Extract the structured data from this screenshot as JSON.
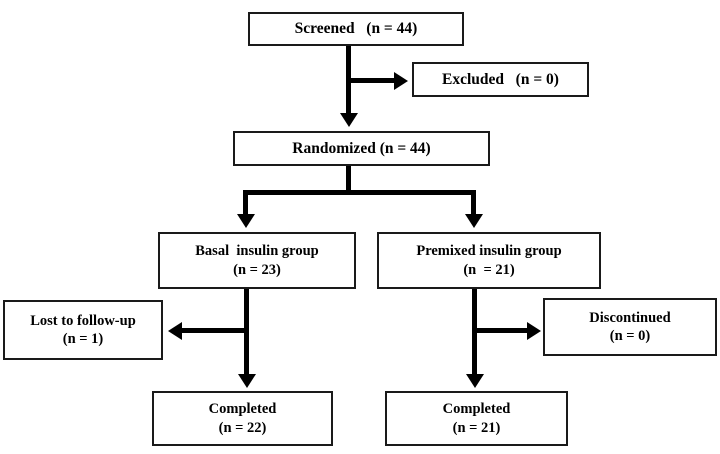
{
  "diagram": {
    "type": "consort-flow-diagram",
    "title": "",
    "colors": {
      "line": "#000000",
      "box_border": "#1a1a1a",
      "background": "#ffffff",
      "text": "#000000"
    },
    "nodes": [
      {
        "id": "screened",
        "lines": [
          "Screened   (n = 44)"
        ],
        "line1": "Screened   (n = 44)",
        "count": 44
      },
      {
        "id": "excluded",
        "lines": [
          "Excluded   (n = 0)"
        ],
        "line1": "Excluded   (n = 0)",
        "count": 0
      },
      {
        "id": "randomized",
        "lines": [
          "Randomized (n = 44)"
        ],
        "line1": "Randomized (n = 44)",
        "count": 44
      },
      {
        "id": "basal-group",
        "lines": [
          "Basal  insulin group",
          "(n = 23)"
        ],
        "line1": "Basal  insulin group",
        "line2": "(n = 23)",
        "count": 23
      },
      {
        "id": "premixed-group",
        "lines": [
          "Premixed insulin group",
          "(n  = 21)"
        ],
        "line1": "Premixed insulin group",
        "line2": "(n  = 21)",
        "count": 21
      },
      {
        "id": "lost-to-follow-up",
        "lines": [
          "Lost to follow-up",
          "(n = 1)"
        ],
        "line1": "Lost to follow-up",
        "line2": "(n = 1)",
        "count": 1
      },
      {
        "id": "discontinued",
        "lines": [
          "Discontinued",
          "(n = 0)"
        ],
        "line1": "Discontinued",
        "line2": "(n = 0)",
        "count": 0
      },
      {
        "id": "completed-basal",
        "lines": [
          "Completed",
          "(n = 22)"
        ],
        "line1": "Completed",
        "line2": "(n = 22)",
        "count": 22
      },
      {
        "id": "completed-premixed",
        "lines": [
          "Completed",
          "(n = 21)"
        ],
        "line1": "Completed",
        "line2": "(n = 21)",
        "count": 21
      }
    ],
    "edges": [
      {
        "from": "screened",
        "to": "randomized",
        "direction": "down"
      },
      {
        "from": "screened",
        "to": "excluded",
        "direction": "right"
      },
      {
        "from": "randomized",
        "to": "basal-group",
        "direction": "down"
      },
      {
        "from": "randomized",
        "to": "premixed-group",
        "direction": "down"
      },
      {
        "from": "basal-group",
        "to": "lost-to-follow-up",
        "direction": "left"
      },
      {
        "from": "basal-group",
        "to": "completed-basal",
        "direction": "down"
      },
      {
        "from": "premixed-group",
        "to": "discontinued",
        "direction": "right"
      },
      {
        "from": "premixed-group",
        "to": "completed-premixed",
        "direction": "down"
      }
    ]
  }
}
